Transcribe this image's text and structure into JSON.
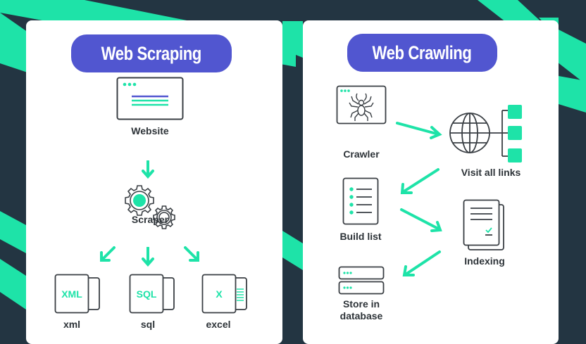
{
  "colors": {
    "background": "#233542",
    "accent": "#1ee3a8",
    "title_pill": "#5156d0",
    "icon_stroke": "#3a3f44",
    "text": "#2d3338",
    "card": "#ffffff"
  },
  "scraping": {
    "title": "Web Scraping",
    "nodes": {
      "website": {
        "label": "Website",
        "icon": "browser-window-icon"
      },
      "scraper": {
        "label": "Scraper",
        "icon": "gears-icon"
      },
      "outputs": [
        {
          "label": "xml",
          "badge": "XML",
          "icon": "xml-file-icon"
        },
        {
          "label": "sql",
          "badge": "SQL",
          "icon": "sql-file-icon"
        },
        {
          "label": "excel",
          "badge": "X",
          "icon": "excel-file-icon"
        }
      ]
    },
    "flow": [
      "Website",
      "Scraper",
      [
        "xml",
        "sql",
        "excel"
      ]
    ]
  },
  "crawling": {
    "title": "Web Crawling",
    "nodes": {
      "crawler": {
        "label": "Crawler",
        "icon": "spider-icon"
      },
      "visit": {
        "label": "Visit all links",
        "icon": "globe-links-icon"
      },
      "build": {
        "label": "Build list",
        "icon": "list-document-icon"
      },
      "indexing": {
        "label": "Indexing",
        "icon": "indexed-documents-icon"
      },
      "store": {
        "label_line1": "Store in",
        "label_line2": "database",
        "icon": "database-icon"
      }
    },
    "flow": [
      "Crawler",
      "Visit all links",
      "Build list",
      "Indexing",
      "Store in database"
    ]
  }
}
